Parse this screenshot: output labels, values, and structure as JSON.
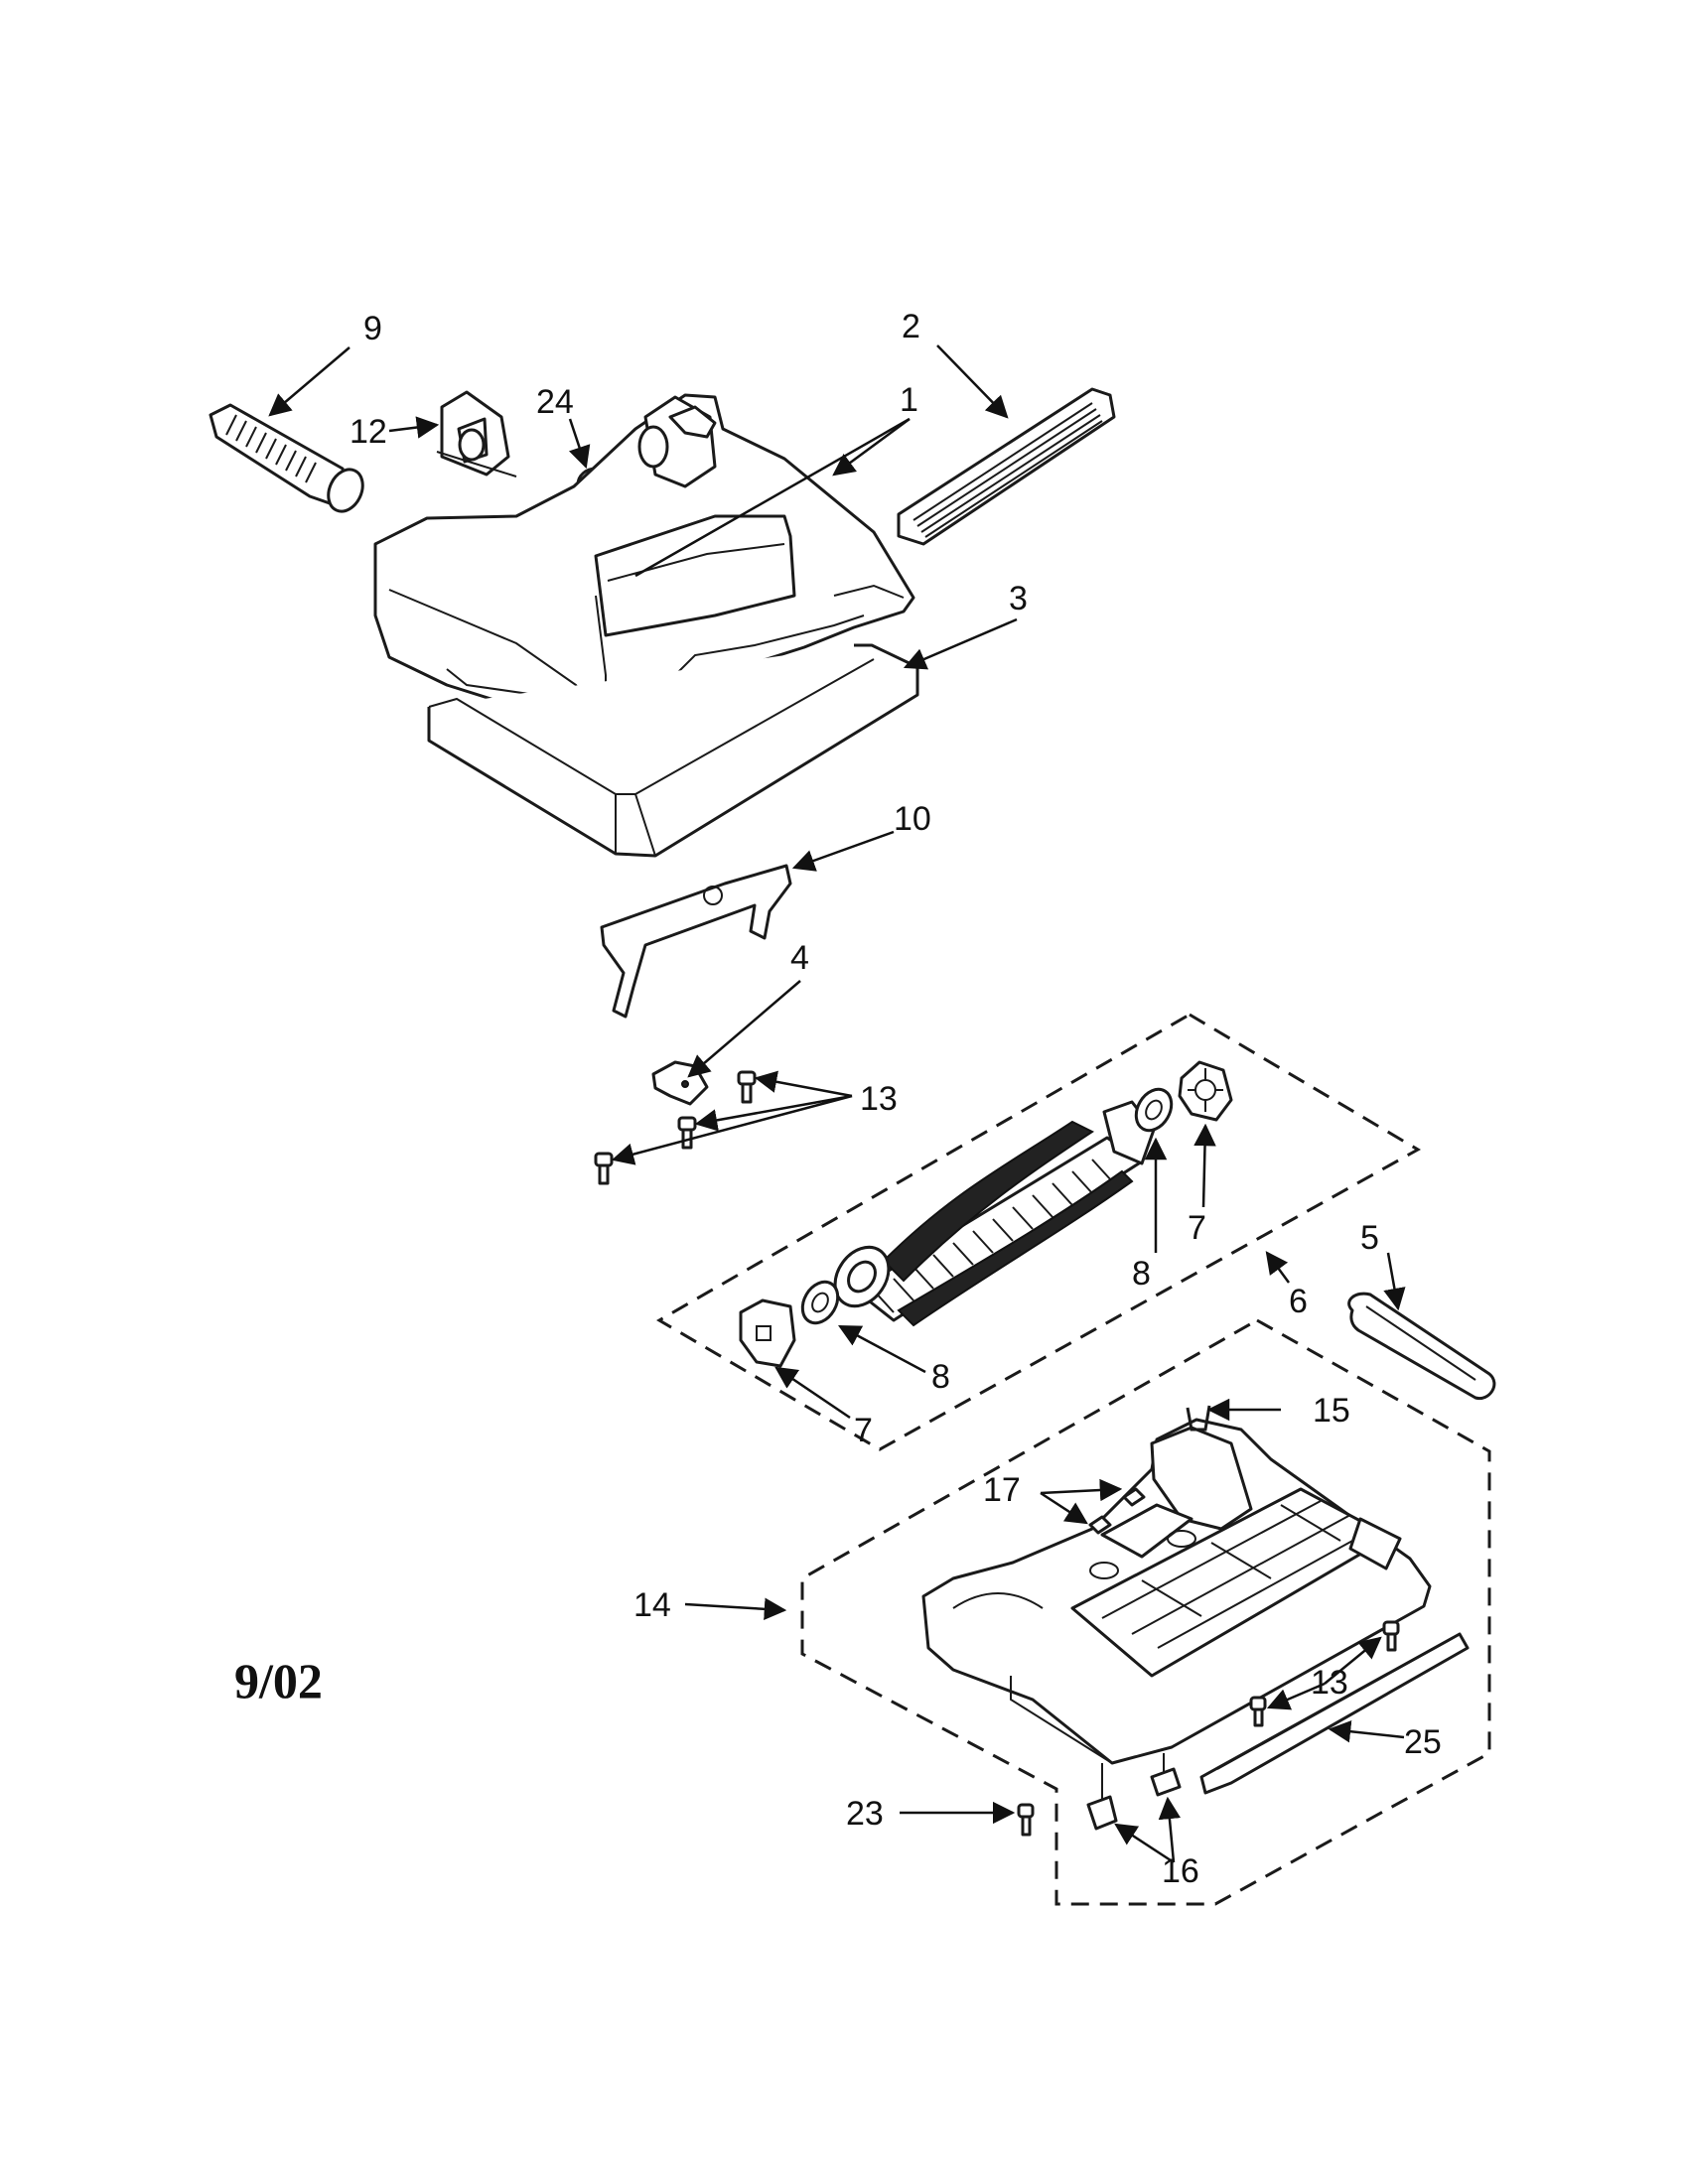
{
  "diagram": {
    "date_code": "9/02",
    "callouts": {
      "c1": "1",
      "c2": "2",
      "c3": "3",
      "c4": "4",
      "c5": "5",
      "c6": "6",
      "c7a": "7",
      "c7b": "7",
      "c8a": "8",
      "c8b": "8",
      "c9": "9",
      "c10": "10",
      "c12": "12",
      "c13a": "13",
      "c13b": "13",
      "c14": "14",
      "c15": "15",
      "c16": "16",
      "c17": "17",
      "c23": "23",
      "c24": "24",
      "c25": "25"
    }
  }
}
